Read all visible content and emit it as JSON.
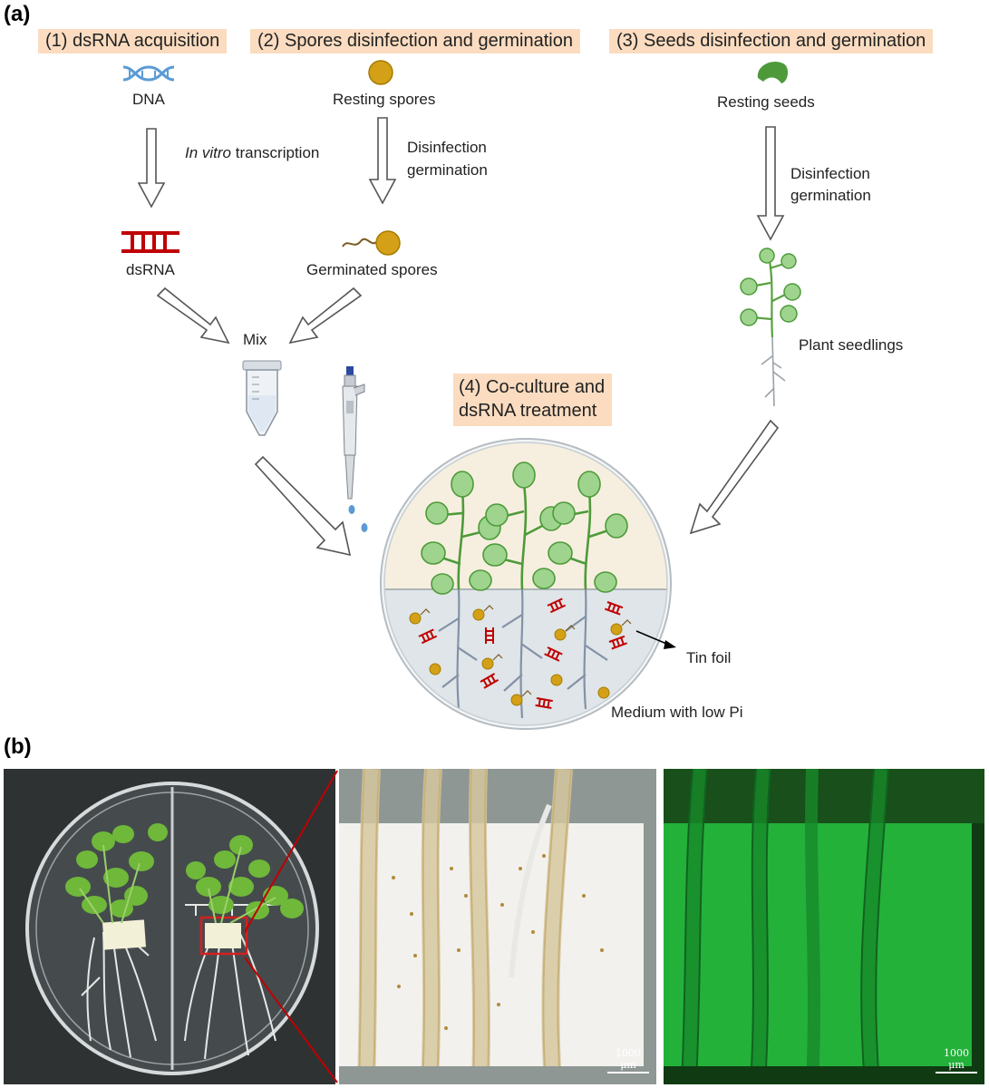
{
  "panel_a": {
    "letter": "(a)",
    "step1": "(1) dsRNA acquisition",
    "step2": "(2) Spores disinfection and germination",
    "step3": "(3) Seeds disinfection and germination",
    "step4_line1": "(4) Co-culture and",
    "step4_line2": "dsRNA treatment",
    "dna": "DNA",
    "transcription_italic": "In vitro",
    "transcription_rest": " transcription",
    "dsrna": "dsRNA",
    "resting_spores": "Resting spores",
    "spore_step_line1": "Disinfection",
    "spore_step_line2": "germination",
    "germinated_spores": "Germinated spores",
    "resting_seeds": "Resting seeds",
    "seed_step_line1": "Disinfection",
    "seed_step_line2": "germination",
    "plant_seedlings": "Plant seedlings",
    "mix": "Mix",
    "tin_foil": "Tin foil",
    "medium": "Medium with low Pi"
  },
  "panel_b": {
    "letter": "(b)",
    "scale_middle": "1000 μm",
    "scale_right": "1000 μm"
  },
  "colors": {
    "step_box": "#fbdcc0",
    "dna_blue": "#5b9bd5",
    "dsrna_red": "#c00000",
    "spore_gold": "#d4a017",
    "leaf_green": "#8fcf7f",
    "seed_green": "#4e9a3a",
    "fluorescence_green": "#22b83a"
  }
}
